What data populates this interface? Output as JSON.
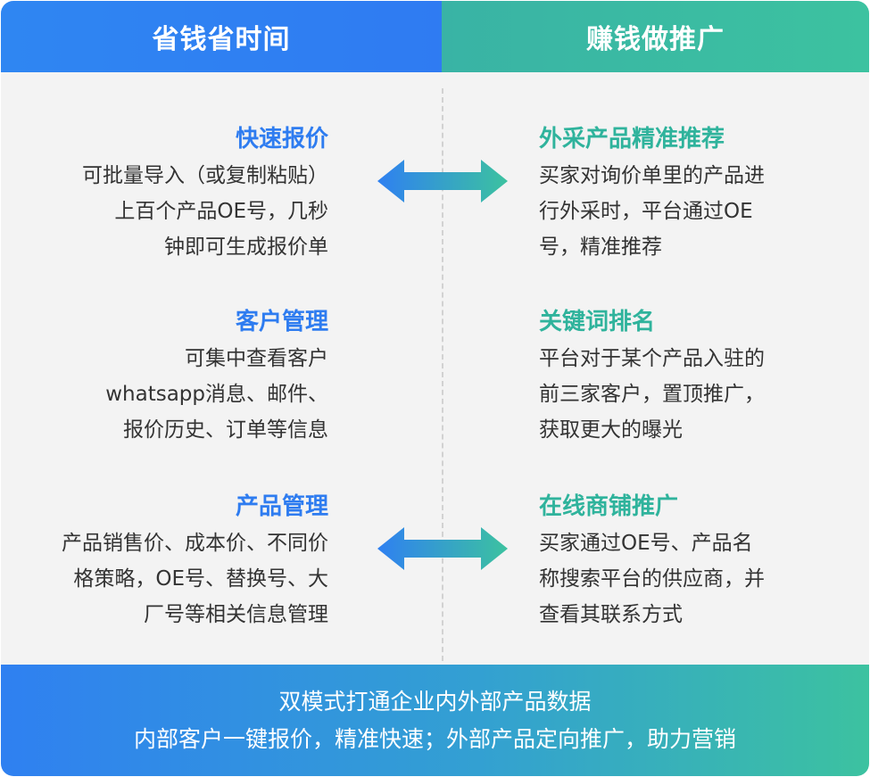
{
  "colors": {
    "left_header": "#2f7bf2",
    "right_header": "#3cc2a0",
    "left_title": "#2e7cf0",
    "right_title": "#2fb39c",
    "background": "#f3f3f3"
  },
  "header": {
    "left": "省钱省时间",
    "right": "赚钱做推广"
  },
  "left": [
    {
      "title": "快速报价",
      "lines": [
        "可批量导入（或复制粘贴）",
        "上百个产品OE号，几秒",
        "钟即可生成报价单"
      ]
    },
    {
      "title": "客户管理",
      "lines": [
        "可集中查看客户",
        "whatsapp消息、邮件、",
        "报价历史、订单等信息"
      ]
    },
    {
      "title": "产品管理",
      "lines": [
        "产品销售价、成本价、不同价",
        "格策略，OE号、替换号、大",
        "厂号等相关信息管理"
      ]
    }
  ],
  "right": [
    {
      "title": "外采产品精准推荐",
      "lines": [
        "买家对询价单里的产品进",
        "行外采时，平台通过OE",
        "号，精准推荐"
      ]
    },
    {
      "title": "关键词排名",
      "lines": [
        "平台对于某个产品入驻的",
        "前三家客户，置顶推广，",
        "获取更大的曝光"
      ]
    },
    {
      "title": "在线商铺推广",
      "lines": [
        "买家通过OE号、产品名",
        "称搜索平台的供应商，并",
        "查看其联系方式"
      ]
    }
  ],
  "footer": {
    "line1": "双模式打通企业内外部产品数据",
    "line2": "内部客户一键报价，精准快速；外部产品定向推广，助力营销"
  }
}
